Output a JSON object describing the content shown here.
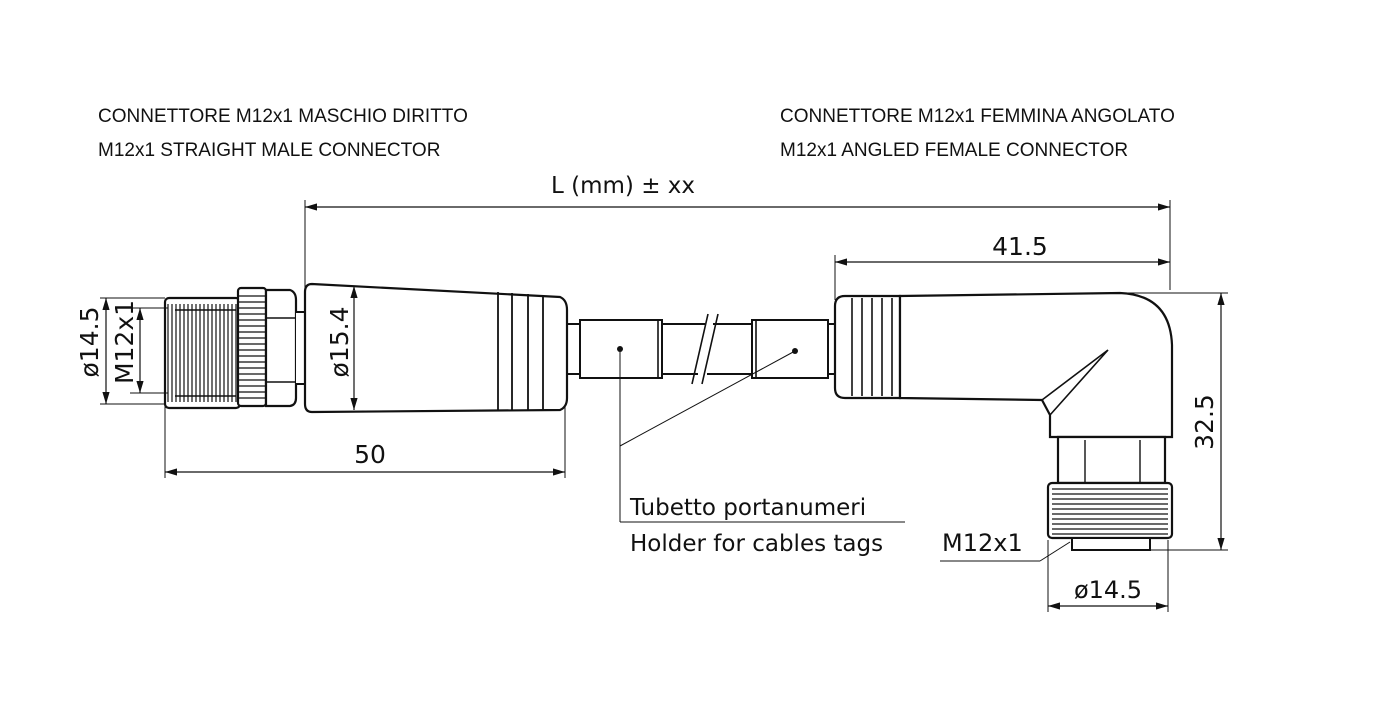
{
  "titles": {
    "left_it": "CONNETTORE M12x1 MASCHIO DIRITTO",
    "left_en": "M12x1 STRAIGHT MALE CONNECTOR",
    "right_it": "CONNETTORE M12x1 FEMMINA ANGOLATO",
    "right_en": "M12x1 ANGLED FEMALE CONNECTOR"
  },
  "dimensions": {
    "length": "L (mm) ± xx",
    "angled_length": "41.5",
    "straight_length": "50",
    "left_diameter": "ø14.5",
    "left_thread": "M12x1",
    "body_diameter": "ø15.4",
    "angled_height": "32.5",
    "right_thread": "M12x1",
    "right_diameter": "ø14.5"
  },
  "callout": {
    "line1": "Tubetto  portanumeri",
    "line2": "Holder  for  cables  tags"
  }
}
